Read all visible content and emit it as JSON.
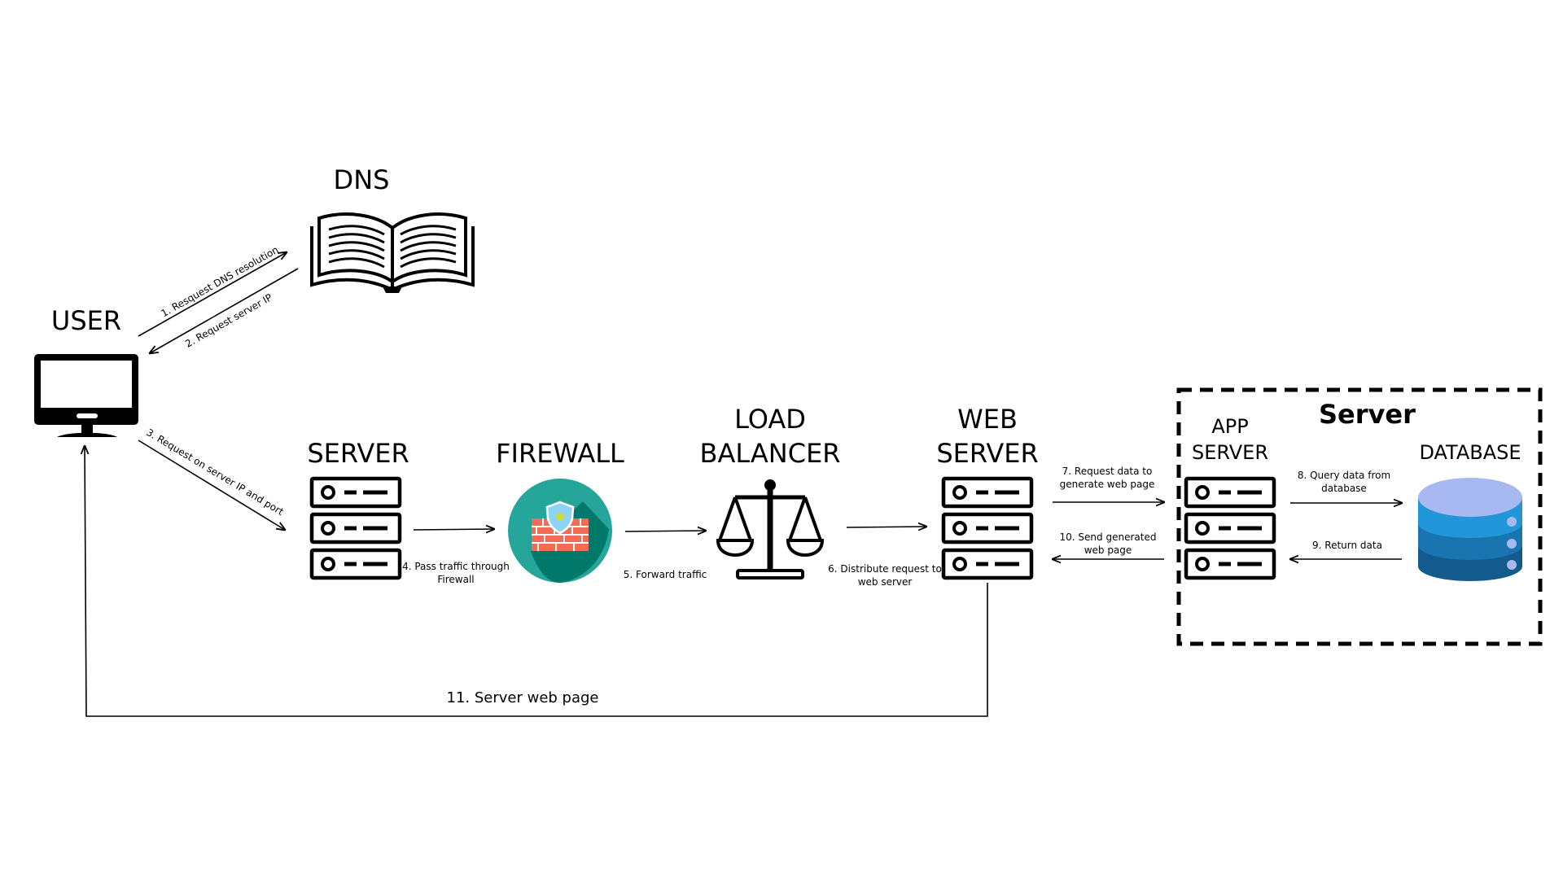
{
  "nodes": {
    "dns": "DNS",
    "user": "USER",
    "server": "SERVER",
    "firewall": "FIREWALL",
    "load_balancer": [
      "LOAD",
      "BALANCER"
    ],
    "web_server": [
      "WEB",
      "SERVER"
    ],
    "app_server": [
      "APP",
      "SERVER"
    ],
    "database": "DATABASE"
  },
  "group": {
    "label": "Server"
  },
  "edges": {
    "e1": "1. Resquest DNS resolution",
    "e2": "2. Request server IP",
    "e3": "3. Request on server IP and port",
    "e4": [
      "4. Pass traffic through",
      "Firewall"
    ],
    "e5": "5. Forward traffic",
    "e6": [
      "6. Distribute request to",
      "web server"
    ],
    "e7": [
      "7. Request data to",
      "generate web page"
    ],
    "e8": [
      "8. Query data from",
      "database"
    ],
    "e9": "9. Return data",
    "e10": [
      "10. Send generated",
      "web page"
    ],
    "e11": "11. Server web page"
  },
  "colors": {
    "firewall_circle": "#26a69a",
    "firewall_shadow": "#00796b",
    "firewall_bricks": "#f26b55",
    "shield": "#8fd3f4",
    "db_top": "#a8b8f0",
    "db_layer_1": "#2196d8",
    "db_layer_2": "#1a74b0",
    "db_layer_3": "#135b8c",
    "db_dots": "#a8b8f0"
  },
  "icons": {
    "dns": "open-book-icon",
    "user": "desktop-monitor-icon",
    "server": "server-rack-icon",
    "firewall": "firewall-shield-icon",
    "load_balancer": "balance-scale-icon",
    "web_server": "server-rack-icon",
    "app_server": "server-rack-icon",
    "database": "database-cylinder-icon"
  }
}
